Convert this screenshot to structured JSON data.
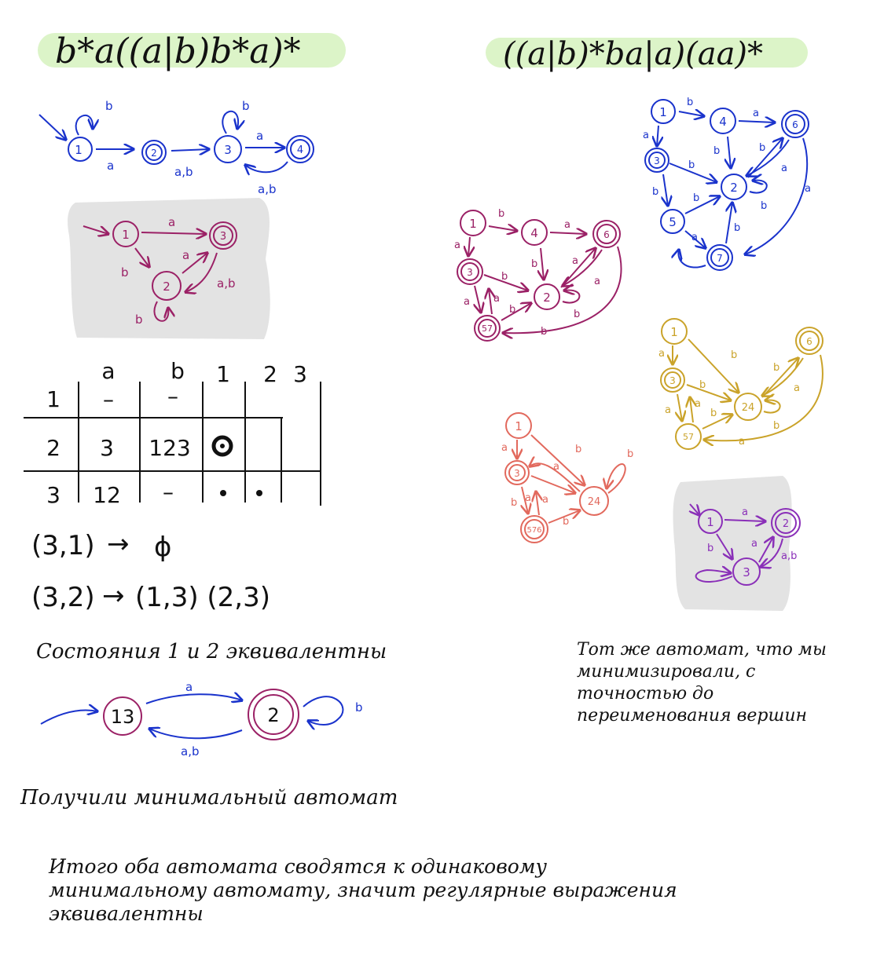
{
  "colors": {
    "blue": "#1a33cc",
    "plum": "#9b2166",
    "gold": "#caa32a",
    "coral": "#e2695d",
    "violet": "#8a2fb8",
    "ink": "#111111",
    "green_highlight": "#dcf4c8",
    "gray_panel": "#e3e3e3"
  },
  "regex_left": "b*a((a|b)b*a)*",
  "regex_right": "((a|b)*ba|a)(aa)*",
  "left": {
    "nfa": {
      "states": [
        "1",
        "2",
        "3",
        "4"
      ],
      "edges": [
        "b",
        "a",
        "a,b",
        "b",
        "a",
        "a,b"
      ]
    },
    "dfa": {
      "states": [
        "1",
        "2",
        "3"
      ],
      "edges": [
        "a",
        "b",
        "b",
        "a",
        "a,b"
      ]
    },
    "table": {
      "col_headers": [
        "a",
        "b",
        "1",
        "2",
        "3"
      ],
      "rows": [
        {
          "state": "1",
          "a": "–",
          "b": "–"
        },
        {
          "state": "2",
          "a": "3",
          "b": "123"
        },
        {
          "state": "3",
          "a": "12",
          "b": "–"
        }
      ]
    },
    "pairs": [
      {
        "pair": "(3,1)",
        "arrow": "→",
        "result": "ϕ"
      },
      {
        "pair": "(3,2)",
        "arrow": "→",
        "result": "(1,3)  (2,3)"
      }
    ],
    "equivalent_note": "Состояния 1 и 2 эквивалентны",
    "min_dfa": {
      "states": [
        "13",
        "2"
      ],
      "edges": [
        "a",
        "a,b",
        "b"
      ]
    },
    "min_note": "Получили минимальный автомат"
  },
  "right": {
    "blue_nfa": {
      "states": [
        "1",
        "4",
        "6",
        "3",
        "2",
        "5",
        "7"
      ],
      "edges": [
        "b",
        "a",
        "a",
        "b",
        "b",
        "b",
        "a",
        "b",
        "b",
        "a",
        "b",
        "b",
        "a"
      ]
    },
    "plum_dfa": {
      "states": [
        "1",
        "4",
        "6",
        "3",
        "2",
        "57"
      ],
      "edges": [
        "b",
        "a",
        "a",
        "b",
        "b",
        "a",
        "a",
        "b",
        "b",
        "a",
        "a",
        "b"
      ]
    },
    "gold_dfa": {
      "states": [
        "1",
        "6",
        "3",
        "24",
        "57"
      ],
      "edges": [
        "a",
        "b",
        "b",
        "a",
        "b",
        "a",
        "a",
        "b",
        "b",
        "a"
      ]
    },
    "coral_dfa": {
      "states": [
        "1",
        "3",
        "24",
        "576"
      ],
      "edges": [
        "a",
        "b",
        "b",
        "a",
        "a",
        "b",
        "a",
        "b"
      ]
    },
    "violet_dfa": {
      "states": [
        "1",
        "2",
        "3"
      ],
      "edges": [
        "a",
        "b",
        "a",
        "a,b"
      ]
    },
    "same_note": "Тот же автомат, что мы минимизировали, с точностью до переименования вершин"
  },
  "conclusion": "Итого оба автомата сводятся к одинаковому минимальному автомату, значит регулярные выражения эквивалентны"
}
